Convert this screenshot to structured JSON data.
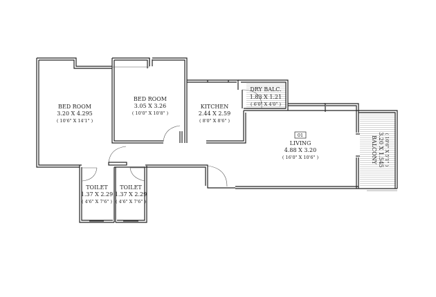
{
  "rooms": {
    "bedroom1": {
      "name": "BED ROOM",
      "metric": "3.20 X 4.295",
      "imperial": "( 10'6\" X 14'1\" )"
    },
    "bedroom2": {
      "name": "BED ROOM",
      "metric": "3.05 X 3.26",
      "imperial": "( 10'0\" X 10'8\" )"
    },
    "kitchen": {
      "name": "KITCHEN",
      "metric": "2.44 X 2.59",
      "imperial": "( 8'0\" X 8'6\" )"
    },
    "dry_balcony": {
      "name": "DRY BALC.",
      "metric": "1.83 X 1.21",
      "imperial": "( 6'0\" X 4'0\" )"
    },
    "living": {
      "tag": "01",
      "name": "LIVING",
      "metric": "4.88 X 3.20",
      "imperial": "( 16'0\" X 10'6\" )"
    },
    "balcony": {
      "name": "BALCONY",
      "metric": "3.20 X 1.545",
      "imperial": "( 10'6\" X 5'1\" )"
    },
    "toilet1": {
      "name": "TOILET",
      "metric": "1.37 X 2.29",
      "imperial": "( 4'6\" X 7'6\" )"
    },
    "toilet2": {
      "name": "TOILET",
      "metric": "1.37 X 2.29",
      "imperial": "( 4'6\" X 7'6\" )"
    }
  }
}
